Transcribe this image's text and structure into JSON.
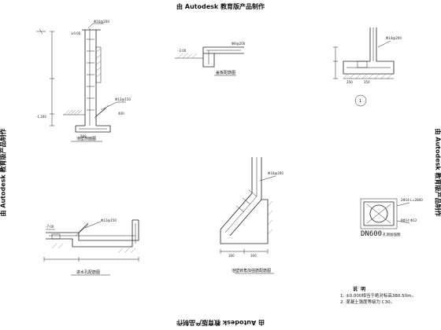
{
  "watermark": {
    "top": "由 Autodesk 教育版产品制作",
    "bottom": "由 Autodesk 教育版产品制作",
    "left": "由 Autodesk 教育版产品制作",
    "right": "由 Autodesk 教育版产品制作"
  },
  "captions": {
    "wall_section": "池壁剖面图",
    "top_detail": "盖板配筋图",
    "circle_number": "1",
    "outlet_detail": "进水孔配筋图",
    "slope_detail": "池壁转角加强筋配筋图",
    "dn_label": "DN600",
    "dn_sub": "孔洞加强图"
  },
  "levels": {
    "l1": "±0.00",
    "l2": "-1.200",
    "l3": "-2.00",
    "l4": "-7.00"
  },
  "dims": {
    "d300a": "300",
    "d300b": "300",
    "d350": "350",
    "d500": "500",
    "d400": "400",
    "d250": "250"
  },
  "rebar": {
    "r1": "Φ10@200",
    "r2": "Φ12@150",
    "r3": "Φ8@200",
    "r4": "Φ14@200",
    "r5": "2Φ14 L=2800",
    "r6": "8Φ14 Φ12"
  },
  "notes": {
    "title": "说 明",
    "n1": "1. ±0.000相当于绝对标高380.50m。",
    "n2": "2. 混凝土强度等级为 C30。"
  }
}
